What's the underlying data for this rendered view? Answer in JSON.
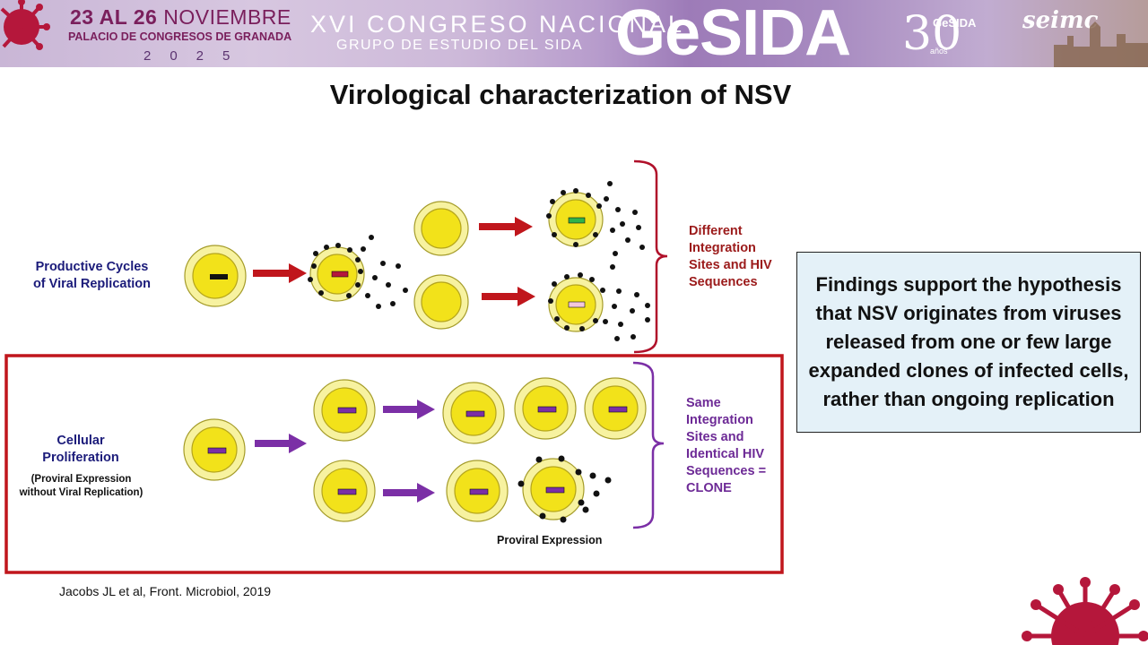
{
  "banner": {
    "dates_main": "23 AL 26",
    "dates_month": "NOVIEMBRE",
    "venue": "PALACIO DE CONGRESOS DE GRANADA",
    "year": "2025",
    "congress": "XVI CONGRESO NACIONAL",
    "group": "GRUPO DE ESTUDIO DEL SIDA",
    "brand": "GeSIDA",
    "anniversary_number": "30",
    "anniversary_word": "años",
    "logo_gesida": "GeSIDA",
    "logo_seimc": "seimc"
  },
  "slide": {
    "title": "Virological characterization of NSV"
  },
  "diagram": {
    "productive_label_1": "Productive Cycles",
    "productive_label_2": "of Viral Replication",
    "different_1": "Different",
    "different_2": "Integration",
    "different_3": "Sites and HIV",
    "different_4": "Sequences",
    "cellular_1": "Cellular",
    "cellular_2": "Proliferation",
    "proviral_note_1": "(Proviral Expression",
    "proviral_note_2": "without Viral Replication)",
    "same_1": "Same",
    "same_2": "Integration",
    "same_3": "Sites and",
    "same_4": "Identical HIV",
    "same_5": "Sequences =",
    "same_6": "CLONE",
    "proviral_expression": "Proviral Expression"
  },
  "findings": "Findings support the hypothesis that NSV originates from viruses released from one or few large expanded clones of infected cells, rather than ongoing replication",
  "citation": "Jacobs JL et al, Front. Microbiol, 2019",
  "colors": {
    "cell_outer": "#f7f2a0",
    "cell_inner": "#f2e21a",
    "arrow_red": "#c0161c",
    "arrow_purple": "#7b2fa6",
    "box_red": "#c0161c",
    "bracket_red": "#b0102a",
    "bracket_purple": "#7b2fa6",
    "findings_bg": "#e4f1f8"
  }
}
